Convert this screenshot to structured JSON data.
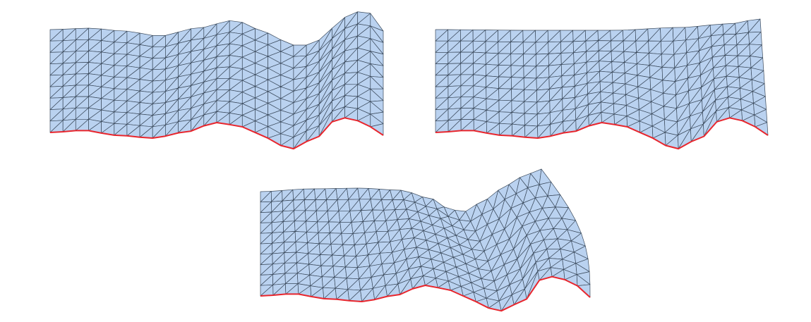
{
  "figure": {
    "panels": [
      {
        "id": "top-left-mesh",
        "label": ""
      },
      {
        "id": "top-right-mesh",
        "label": ""
      },
      {
        "id": "bottom-mesh",
        "label": ""
      }
    ],
    "colors": {
      "fill": "#bad2f0",
      "grid_line": "#3b4a5c",
      "boundary": "#e8262d",
      "background": "#ffffff"
    }
  }
}
